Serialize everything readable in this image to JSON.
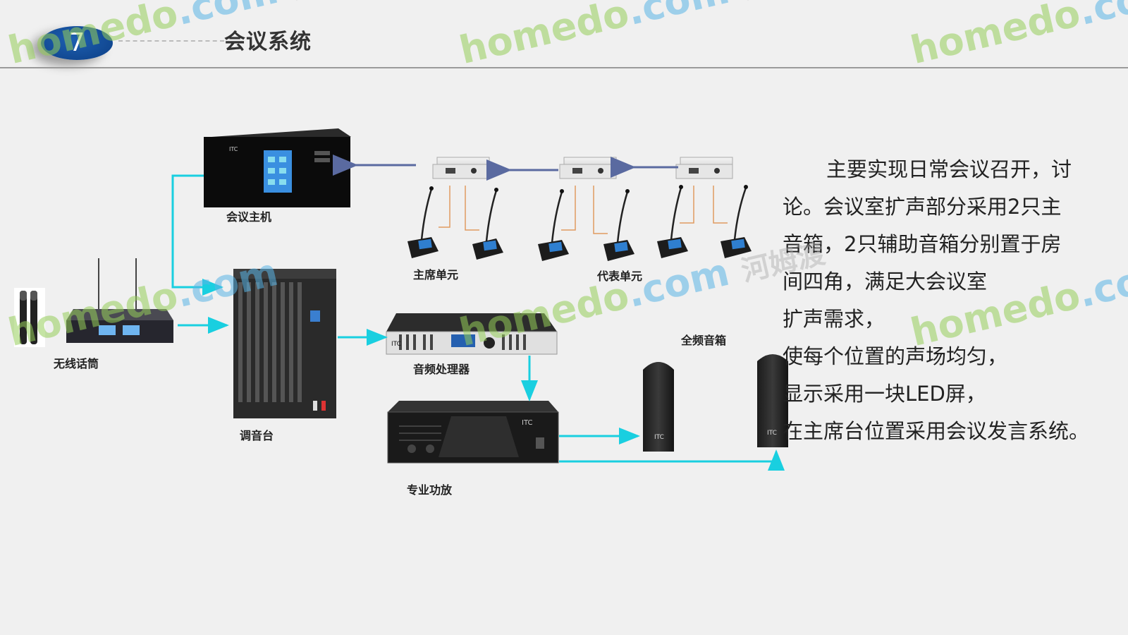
{
  "header": {
    "slide_number": "7",
    "title": "会议系统"
  },
  "devices": {
    "conference_host": "会议主机",
    "chairman_unit": "主席单元",
    "delegate_unit": "代表单元",
    "wireless_mic": "无线话筒",
    "mixer": "调音台",
    "audio_processor": "音频处理器",
    "full_range_speaker": "全频音箱",
    "power_amplifier": "专业功放"
  },
  "description": {
    "lines": [
      "主要实现日常会议召开，讨",
      "论。会议室扩声部分采用2只主",
      "音箱，2只辅助音箱分别置于房",
      "间四角，满足大会议室",
      "扩声需求，",
      "使每个位置的声场均匀，",
      "显示采用一块LED屏，",
      "在主席台位置采用会议发言系统。"
    ]
  },
  "watermark": {
    "brand": "homedo",
    "domain": ".com",
    "chinese": "河姆渡"
  },
  "colors": {
    "badge": "#1a56a6",
    "signal_line": "#19cfe0",
    "control_arrow": "#5a6aa0",
    "audio_wire": "#e09a60"
  }
}
